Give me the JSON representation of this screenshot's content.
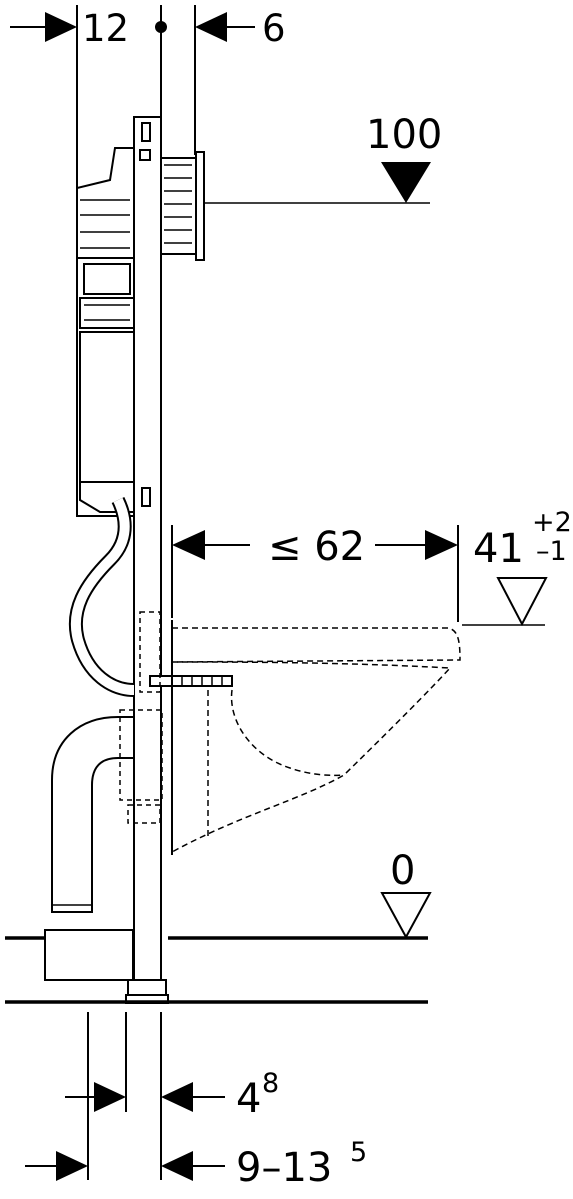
{
  "dimensions": {
    "top_left": "12",
    "top_right": "6",
    "height_top": "100",
    "projection": "≤ 62",
    "seat_height": "41",
    "seat_tol_plus": "+2",
    "seat_tol_minus": "–1",
    "floor_level": "0",
    "bottom_upper_base": "4",
    "bottom_upper_sup": "8",
    "bottom_lower_base": "9–13",
    "bottom_lower_sup": "5"
  },
  "colors": {
    "line": "#000000",
    "background": "#ffffff"
  },
  "icons": {
    "level_marker_filled": "triangle-down-filled",
    "level_marker_outline": "triangle-down-outline",
    "dimension_arrow": "arrow-filled"
  }
}
